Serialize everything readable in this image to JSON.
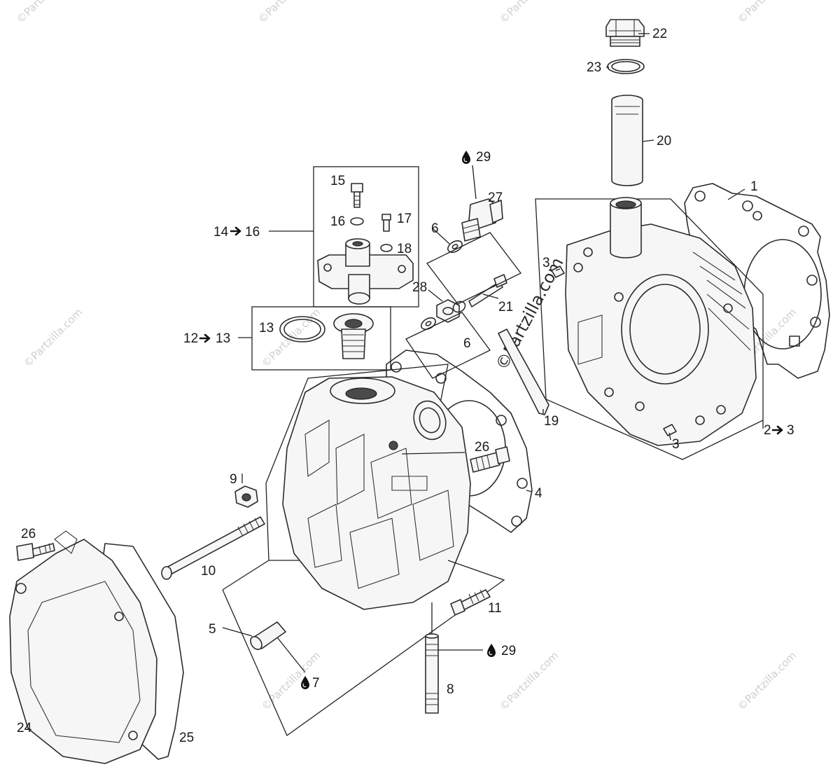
{
  "watermark": {
    "small": "©Partzilla.com",
    "center": "©Partzilla.com"
  },
  "callouts": {
    "c1": "1",
    "c2to3": "2",
    "c2to3_end": "3",
    "c3a": "3",
    "c3b": "3",
    "c4": "4",
    "c5": "5",
    "c6a": "6",
    "c6b": "6",
    "c7": "7",
    "c8": "8",
    "c9": "9",
    "c10": "10",
    "c11": "11",
    "c12to13": "12",
    "c12to13_end": "13",
    "c13": "13",
    "c14to16": "14",
    "c14to16_end": "16",
    "c15": "15",
    "c16": "16",
    "c17": "17",
    "c18": "18",
    "c19": "19",
    "c20": "20",
    "c21": "21",
    "c22": "22",
    "c23": "23",
    "c24": "24",
    "c25": "25",
    "c26a": "26",
    "c26b": "26",
    "c27": "27",
    "c28": "28",
    "c29a": "29",
    "c29b": "29"
  },
  "icons": {
    "arrow": "right-arrow-icon",
    "drop": "oil-drop-icon"
  }
}
